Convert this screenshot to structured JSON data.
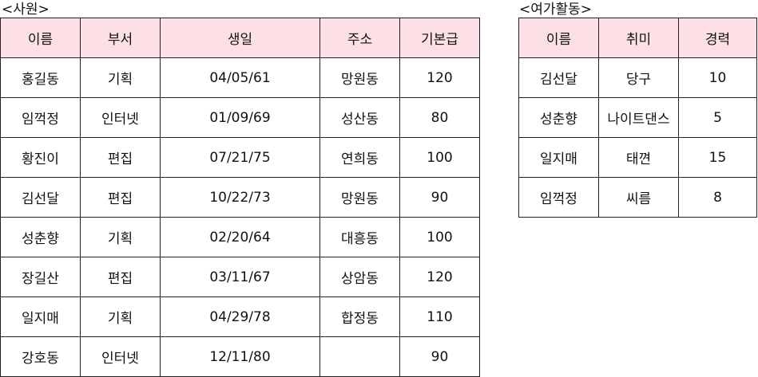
{
  "employees": {
    "caption": "<사원>",
    "headers": [
      "이름",
      "부서",
      "생일",
      "주소",
      "기본급"
    ],
    "rows": [
      [
        "홍길동",
        "기획",
        "04/05/61",
        "망원동",
        "120"
      ],
      [
        "임꺽정",
        "인터넷",
        "01/09/69",
        "성산동",
        "80"
      ],
      [
        "황진이",
        "편집",
        "07/21/75",
        "연희동",
        "100"
      ],
      [
        "김선달",
        "편집",
        "10/22/73",
        "망원동",
        "90"
      ],
      [
        "성춘향",
        "기획",
        "02/20/64",
        "대흥동",
        "100"
      ],
      [
        "장길산",
        "편집",
        "03/11/67",
        "상암동",
        "120"
      ],
      [
        "일지매",
        "기획",
        "04/29/78",
        "합정동",
        "110"
      ],
      [
        "강호동",
        "인터넷",
        "12/11/80",
        "",
        "90"
      ]
    ]
  },
  "hobbies": {
    "caption": "<여가활동>",
    "headers": [
      "이름",
      "취미",
      "경력"
    ],
    "rows": [
      [
        "김선달",
        "당구",
        "10"
      ],
      [
        "성춘향",
        "나이트댄스",
        "5"
      ],
      [
        "일지매",
        "태껸",
        "15"
      ],
      [
        "임꺽정",
        "씨름",
        "8"
      ]
    ]
  },
  "colors": {
    "header_bg": "#fde0e6",
    "border": "#222222"
  }
}
